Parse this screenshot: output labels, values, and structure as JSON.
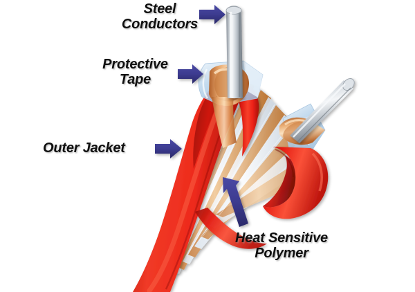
{
  "figure": {
    "title": "Cutaway illustration of a heat-sensitive polymer electrical cable",
    "background_color": "#ffffff",
    "type": "technical-cutaway-illustration",
    "subject": "cable cross-section showing layered construction"
  },
  "labels": {
    "steel_conductors": "Steel\nConductors",
    "protective_tape": "Protective\nTape",
    "outer_jacket": "Outer Jacket",
    "heat_sensitive_polymer": "Heat Sensitive\nPolymer"
  },
  "callouts": [
    {
      "id": "steel-conductors",
      "text": "Steel Conductors",
      "arrow_direction": "right",
      "points_to": "upper steel conductor rod"
    },
    {
      "id": "protective-tape",
      "text": "Protective Tape",
      "arrow_direction": "right",
      "points_to": "translucent blue tape wrap"
    },
    {
      "id": "outer-jacket",
      "text": "Outer Jacket",
      "arrow_direction": "right",
      "points_to": "red outer sheath"
    },
    {
      "id": "heat-sensitive-polymer",
      "text": "Heat Sensitive Polymer",
      "arrow_direction": "up-left",
      "points_to": "inner fanned polymer strands"
    }
  ],
  "colors": {
    "arrow": "#3c3b8f",
    "arrow_dark": "#2e2d72",
    "jacket_red": "#ec2118",
    "jacket_red_dark": "#b8130d",
    "jacket_red_light": "#fa5c3e",
    "copper": "#d79a66",
    "copper_light": "#f0cfa8",
    "copper_dark": "#b8692f",
    "steel": "#b9bfc6",
    "steel_light": "#eef1f4",
    "steel_dark": "#7e868f",
    "tape_blue": "#c3d9ec",
    "tape_blue_light": "#e8f1f8",
    "polymer_pale": "#f3f0ea",
    "label_text": "#101010",
    "background": "#ffffff"
  },
  "components": [
    {
      "name": "steel-conductor-upper",
      "material": "steel",
      "orientation": "vertical"
    },
    {
      "name": "steel-conductor-right",
      "material": "steel",
      "orientation": "diagonal-up-right"
    },
    {
      "name": "protective-tape-upper",
      "material": "translucent tape",
      "color": "light blue"
    },
    {
      "name": "protective-tape-right",
      "material": "translucent tape",
      "color": "light blue"
    },
    {
      "name": "copper-wire-upper",
      "material": "copper",
      "color": "orange-copper"
    },
    {
      "name": "copper-wire-right",
      "material": "copper",
      "color": "orange-copper"
    },
    {
      "name": "outer-jacket-left-flap",
      "material": "polymer sheath",
      "color": "red"
    },
    {
      "name": "outer-jacket-right-flap",
      "material": "polymer sheath",
      "color": "red"
    },
    {
      "name": "heat-sensitive-polymer-strands",
      "material": "polymer",
      "color": "tan and pale blue"
    }
  ]
}
